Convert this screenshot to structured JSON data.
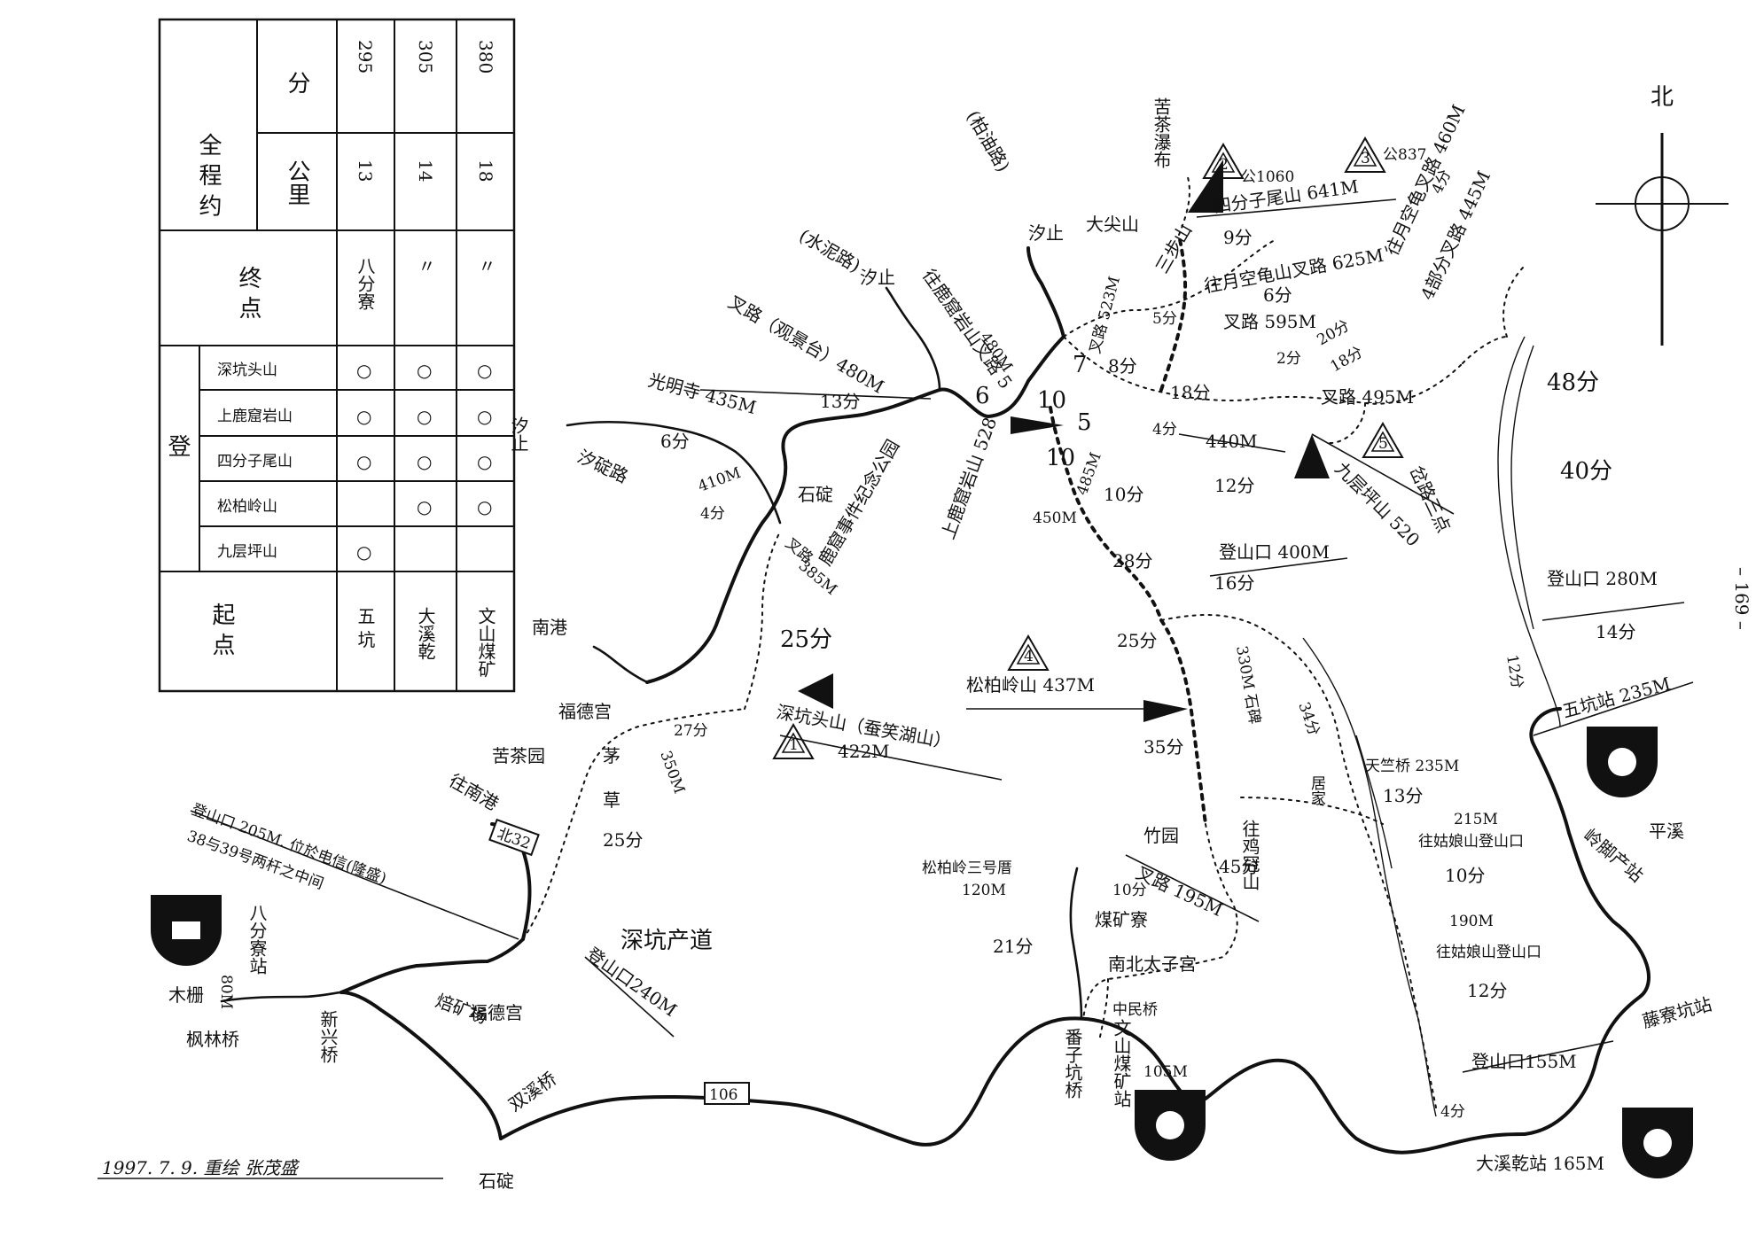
{
  "table": {
    "header_total": "全 程 约",
    "col_minutes": "分",
    "col_km": "公里",
    "col_end": "终 点",
    "col_peaks_heading": "登",
    "peaks": [
      "深坑头山",
      "上鹿窟岩山",
      "四分子尾山",
      "松柏岭山",
      "九层坪山"
    ],
    "col_start": "起 点",
    "rows": [
      {
        "start": "五 坑",
        "marks": [
          "○",
          "○",
          "○",
          "",
          "○"
        ],
        "end": "八分寮",
        "km": "13",
        "min": "295"
      },
      {
        "start": "大溪乾",
        "marks": [
          "○",
          "○",
          "○",
          "○",
          ""
        ],
        "end": "〃",
        "km": "14",
        "min": "305"
      },
      {
        "start": "文山煤矿",
        "marks": [
          "○",
          "○",
          "○",
          "○",
          ""
        ],
        "end": "〃",
        "km": "18",
        "min": "380"
      }
    ]
  },
  "north": "北",
  "page_number": "– 169 –",
  "signature": "1997. 7. 9. 重绘 张茂盛",
  "routes": {
    "r106": "106",
    "r122": "北32"
  },
  "summits": {
    "s1": {
      "label": "深坑头山（蚕笑湖山）",
      "elev": "422M",
      "num": "1"
    },
    "s2": {
      "label": "四分子尾山 641M",
      "num": "2",
      "extra": "公1060"
    },
    "s3": {
      "num": "3",
      "extra": "公837"
    },
    "s4": {
      "label": "松柏岭山 437M",
      "num": "4"
    },
    "s5": {
      "label": "九层坪山 520",
      "num": "5"
    },
    "s6": {
      "label": "上鹿窟岩山 528"
    }
  },
  "stations": {
    "bafenliao": "八分寮站",
    "bafenliao_elev": "80M",
    "wukeng": "五坑站 235M",
    "daxigan": "大溪乾站 165M",
    "wenshan": "文山煤矿站",
    "wenshan_elev": "105M",
    "tengliao": "藤寮坑站",
    "songbai_hu": "松柏岭三号厝",
    "songbai_hu_elev": "120M"
  },
  "labels": {
    "mulan": "木栅",
    "fenglinqiao": "枫林桥",
    "xinxingqiao": "新兴桥",
    "shijie_bottom": "石碇",
    "dakeng_qiao": "双溪桥",
    "jukuangchang": "焙矿场",
    "funde_gong": "福德宫",
    "dengshan240": "登山口240M",
    "shenkeng_road": "深坑产道",
    "dengshan205": "登山口 205M. 位於电信(隆盛)",
    "dengshan205b": "38与39号两杆之中间",
    "wang_nangang": "往南港",
    "nangang": "南港",
    "fudegong2": "福德宫",
    "kucha": "苦茶园",
    "mao": "茅",
    "cao": "草",
    "min25a": "25分",
    "min27": "27分",
    "e350": "350M",
    "min25b": "25分",
    "shijie_right": "石碇",
    "bluke": "叉路",
    "e385": "385M",
    "memorial": "鹿窟事件纪念公园",
    "guangming": "光明寺 435M",
    "qisheng": "汐碇路",
    "xizhi_l": "汐止",
    "min6": "6分",
    "e410": "410M",
    "min4a": "4分",
    "min13a": "13分",
    "viewpoint": "叉路（观景台）480M",
    "shuiniyu": "(水泥路)",
    "xizhi_m": "汐止",
    "luku_road": "往鹿窟岩山叉路 5",
    "e480": "480M",
    "xizhi_top": "汐止",
    "paved": "(柏油路)",
    "kuaiji": "苦茶瀑布",
    "dacan": "大尖山",
    "min9": "9分",
    "wangjin": "往月空龟山叉路 625M",
    "min6b": "6分",
    "jiao595": "叉路 595M",
    "sanbu": "三步山",
    "min8": "8分",
    "jiao523": "叉路 523M",
    "min5a": "5分",
    "w7": "7",
    "w10": "10",
    "w5": "5",
    "w6": "6",
    "w10b": "10",
    "e485": "485M",
    "min10a": "10分",
    "e450": "450M",
    "min18": "18分",
    "min4b": "4分",
    "e440": "440M",
    "min12a": "12分",
    "min28": "28分",
    "dengshan400": "登山口 400M",
    "min16": "16分",
    "min25c": "25分",
    "shipai": "330M 石碑",
    "min35": "35分",
    "min34": "34分",
    "wang_jiu": "往鸡冠山",
    "wang_yu": "往月空龟叉路 460M",
    "min4c": "4分",
    "wang_sanjiao": "4部分叉路 445M",
    "min20": "20分",
    "min18b": "18分",
    "jiao495": "叉路 495M",
    "min2": "2分",
    "wrong": "岔路三点",
    "min48": "48分",
    "min40": "40分",
    "dengshan280": "登山口 280M",
    "min14": "14分",
    "min12b": "12分",
    "tianjin": "天竺桥 235M",
    "jujia": "居家",
    "min13b": "13分",
    "wang_gugu": "往姑娘山登山口",
    "e215": "215M",
    "min10b": "10分",
    "e190": "190M",
    "wang_gugu2": "往姑娘山登山口",
    "min12c": "12分",
    "dengshan155": "登山口155M",
    "min4d": "4分",
    "pingxi": "平溪",
    "pingling": "岭脚产站",
    "chayuan": "竹园",
    "min45": "45分",
    "jiao195": "叉路 195M",
    "min10c": "10分",
    "coal": "煤矿寮",
    "min21": "21分",
    "nanbei": "南北太子宫",
    "zhongmin": "中民桥",
    "fanzi": "番子坑桥"
  }
}
